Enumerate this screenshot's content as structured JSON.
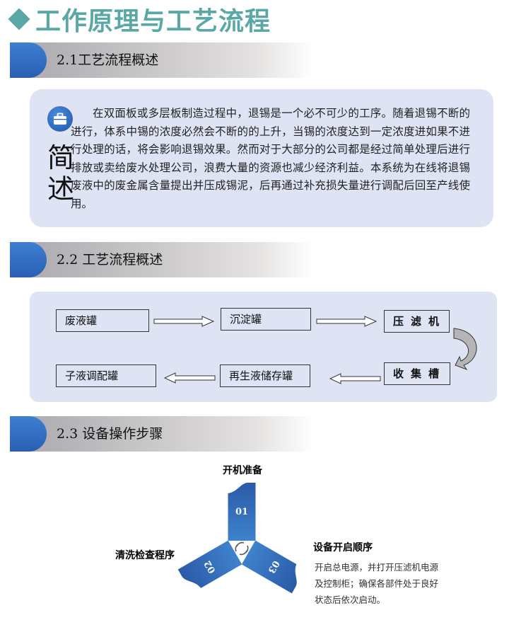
{
  "title": "工作原理与工艺流程",
  "sections": [
    {
      "label": "2.1工艺流程概述"
    },
    {
      "label": "2.2 工艺流程概述"
    },
    {
      "label": "2.3 设备操作步骤"
    }
  ],
  "intro": {
    "heading_chars": [
      "简",
      "述"
    ],
    "icon": "briefcase-icon",
    "text": "在双面板或多层板制造过程中，退锡是一个必不可少的工序。随着退锡不断的进行，体系中锡的浓度必然会不断的的上升，当锡的浓度达到一定浓度进如果不进行处理的话，将会影响退锡效果。然而对于大部分的公司都是经过简单处理后进行排放或卖给废水处理公司，浪费大量的资源也减少经济利益。本系统为在线将退锡废液中的废金属含量提出并压成锡泥，后再通过补充损失量进行调配后回至产线使用。"
  },
  "flow": {
    "nodes": [
      "废液罐",
      "沉淀罐",
      "压滤机",
      "收集槽",
      "再生液储存罐",
      "子液调配罐"
    ]
  },
  "steps": {
    "items": [
      {
        "num": "01",
        "label": "开机准备"
      },
      {
        "num": "02",
        "label": "清洗检查程序"
      },
      {
        "num": "03",
        "label": "设备开启顺序"
      }
    ],
    "description": "开启总电源，并打开压滤机电源及控制柜；确保各部件处于良好状态后依次启动。"
  },
  "colors": {
    "accent": "#5aa8a6",
    "blue": "#2a5fb3",
    "panel": "#dfe4f5"
  }
}
